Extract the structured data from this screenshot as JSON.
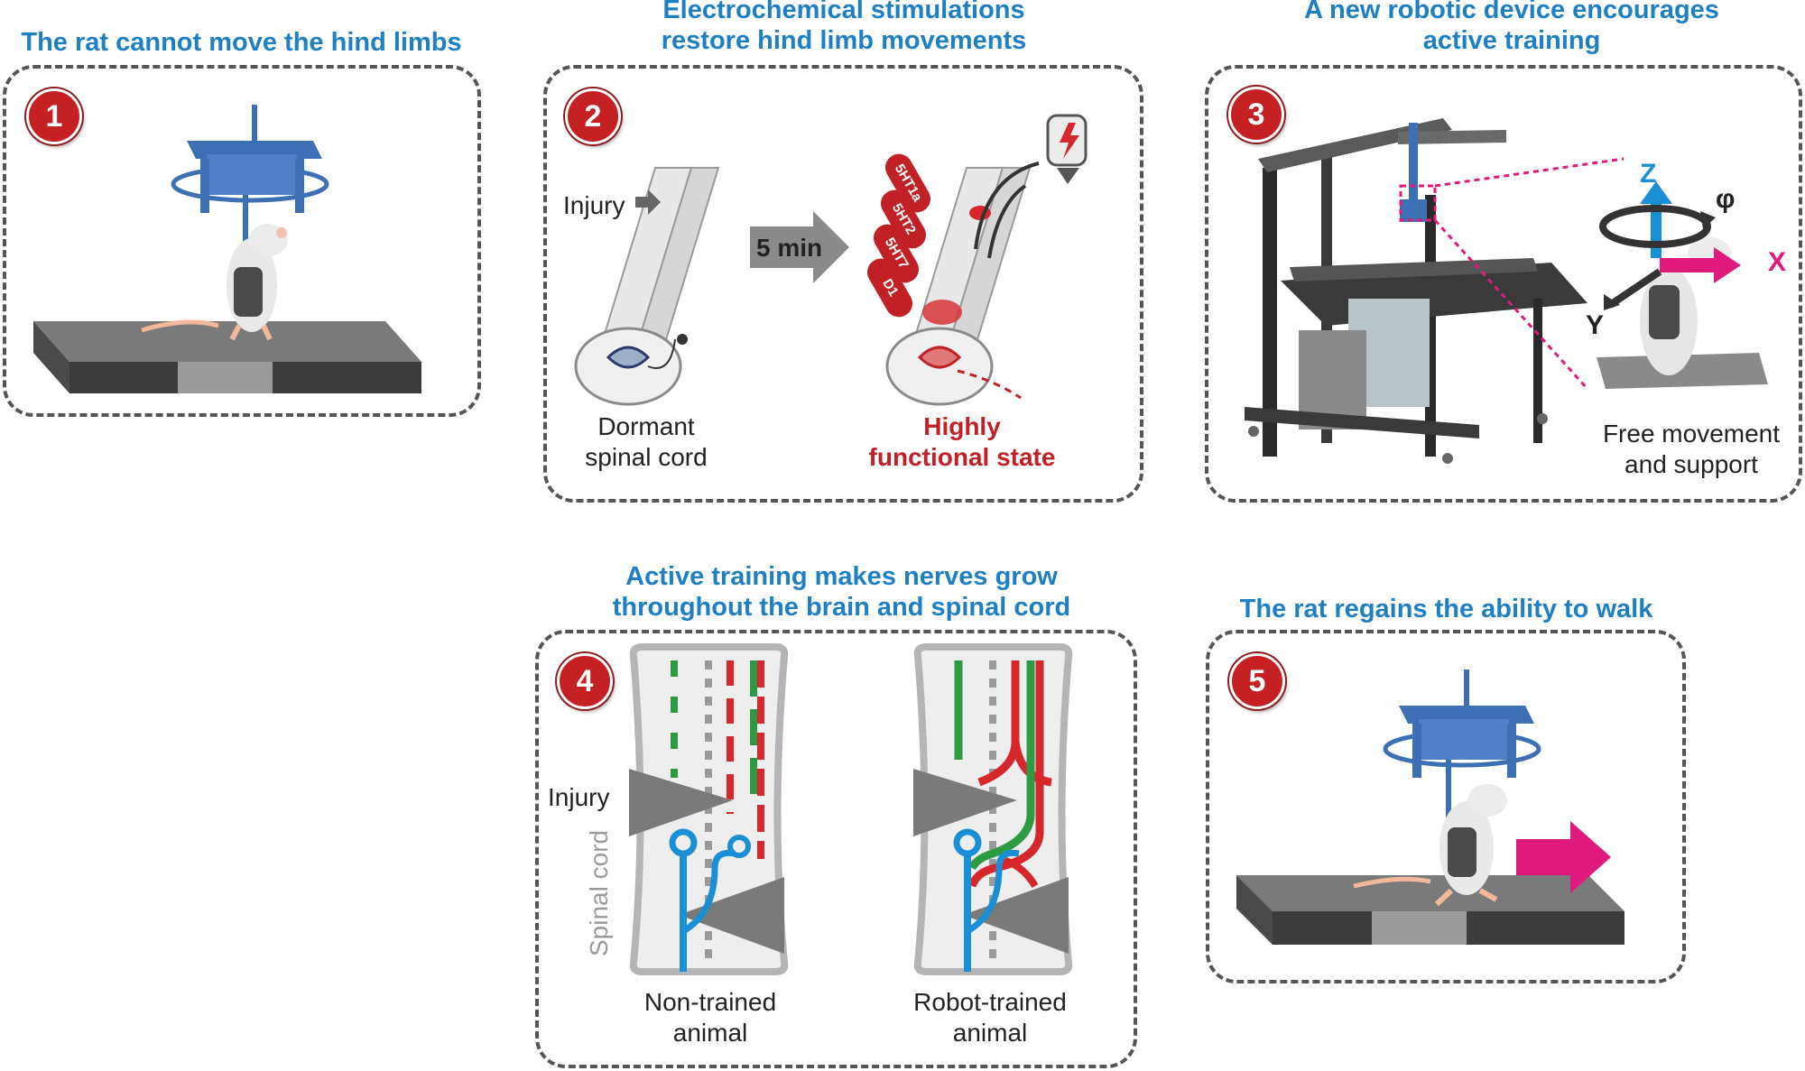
{
  "panels": [
    {
      "number": "1",
      "title": "The rat cannot move the hind limbs"
    },
    {
      "number": "2",
      "title_line1": "Electrochemical stimulations",
      "title_line2": "restore hind limb movements",
      "injury_label": "Injury",
      "time_label": "5 min",
      "drugs": [
        "5HT1a",
        "5HT2",
        "5HT7",
        "D1"
      ],
      "left_caption_line1": "Dormant",
      "left_caption_line2": "spinal cord",
      "right_caption_line1": "Highly",
      "right_caption_line2": "functional state"
    },
    {
      "number": "3",
      "title_line1": "A new robotic device encourages",
      "title_line2": "active training",
      "axis_z": "Z",
      "axis_phi": "φ",
      "axis_x": "X",
      "axis_y": "Y",
      "caption_line1": "Free movement",
      "caption_line2": "and support"
    },
    {
      "number": "4",
      "title_line1": "Active training makes nerves grow",
      "title_line2": "throughout the brain and spinal cord",
      "injury_label": "Injury",
      "spinal_cord_label": "Spinal cord",
      "left_caption_line1": "Non-trained",
      "left_caption_line2": "animal",
      "right_caption_line1": "Robot-trained",
      "right_caption_line2": "animal"
    },
    {
      "number": "5",
      "title": "The rat regains the ability to walk"
    }
  ],
  "colors": {
    "title_blue": "#1e7fc3",
    "badge_red": "#c52125",
    "nerve_green": "#2e9b44",
    "nerve_red": "#d6282c",
    "nerve_blue": "#1b8fd6",
    "arrow_magenta": "#e0197d",
    "robot_blue": "#3d6fb5"
  }
}
